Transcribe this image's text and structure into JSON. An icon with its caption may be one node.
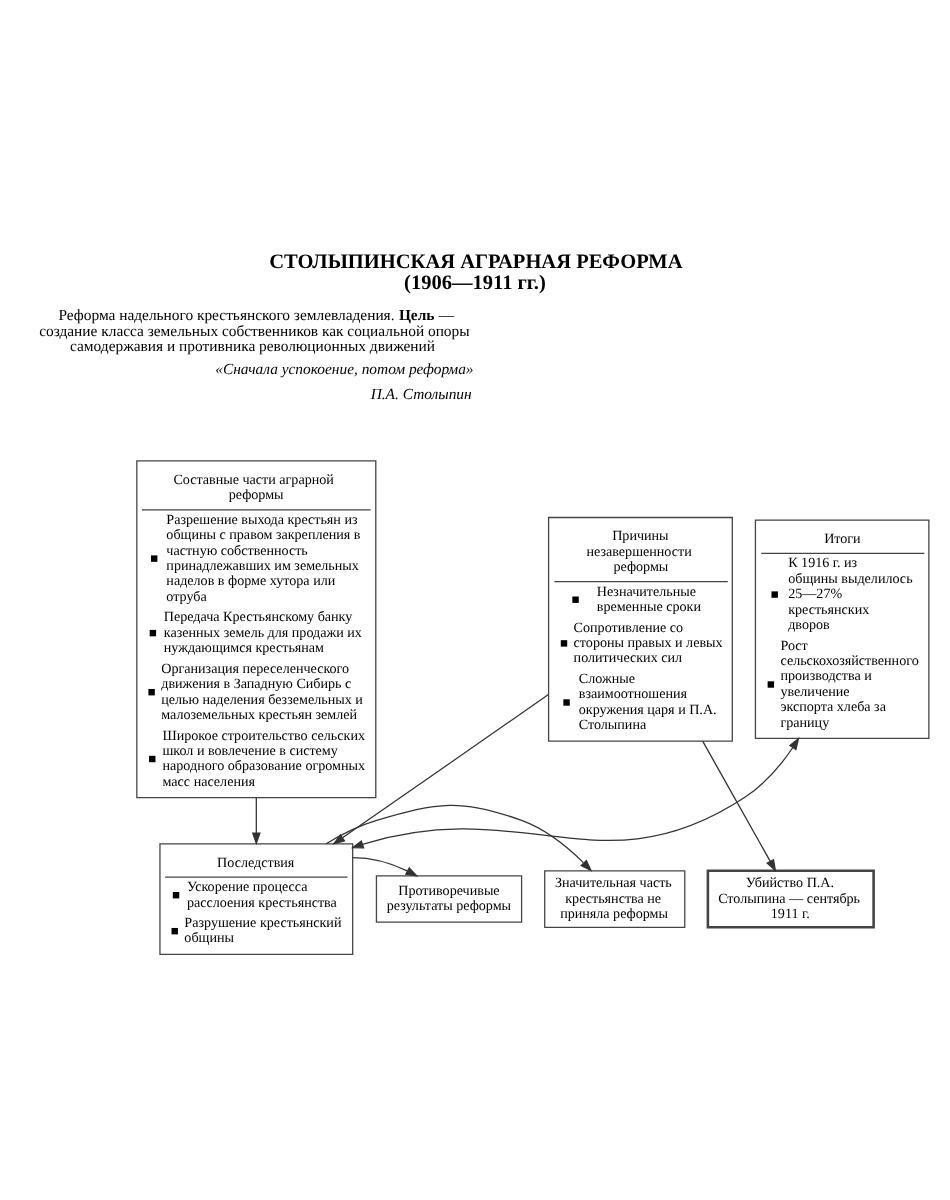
{
  "diagram": {
    "title": "СТОЛЫПИНСКАЯ АГРАРНАЯ РЕФОРМА (1906—1911 гг.)",
    "nodes": [
      {
        "text": [
          "Итоги",
          "К 1916 г. из общины выделилось 25—27% крестьянских дворов",
          "Рост сельскохозяйственного производства и увеличение экспорта хлеба за границу"
        ]
      },
      {
        "text": [
          "Составные части аграрной реформы",
          "Разрешение выхода крестьян из общины с правом закрепления в частную собственность принадлежавших им земельных наделов в форме хутора или отруба",
          "Передача Крестьянскому банку казенных земель для продажи их нуждающимся крестьянам",
          "Организация переселенческого движения в Западную Сибирь с целью наделения безземельных и малоземельных крестьян землей",
          "Широкое строительство сельских школ и вовлечение в систему народного образование огромных масс населения"
        ]
      },
      {
        "text": [
          "Причины незавершенности реформы",
          "Незначительные временные сроки",
          "Сопротивление со стороны правых и левых политических сил",
          "Сложные взаимоотношения окружения царя и П.А. Столыпина"
        ]
      },
      {
        "text": [
          "Значительная часть крестьянства не приняла реформы"
        ]
      },
      {
        "text": [
          "Противоречивые результаты реформы"
        ]
      },
      {
        "text": [
          "Последствия",
          "Ускорение процесса расслоения крестьянства",
          "Разрушение крестьянский общины"
        ]
      },
      {
        "text": [
          "Убийство П.А. Столыпина — сентябрь 1911 г."
        ]
      }
    ],
    "edges": [
      {
        "from": 1,
        "to": 5,
        "arrow": "to"
      },
      {
        "from": 2,
        "to": 5,
        "arrow": "to"
      },
      {
        "from": 2,
        "to": 6,
        "arrow": "to"
      },
      {
        "from": 5,
        "to": 0,
        "arrow": "both"
      },
      {
        "from": 5,
        "to": 3,
        "arrow": "to"
      },
      {
        "from": 5,
        "to": 4,
        "arrow": "to"
      }
    ],
    "labels": [
      "Реформа надельного крестьянского землевладения. **Цель** — создание класса земельных собственников как социальной опоры самодержавия и противника революционных движений",
      "«Сначала успокоение, потом реформа»",
      "П.А. Столыпин"
    ]
  }
}
